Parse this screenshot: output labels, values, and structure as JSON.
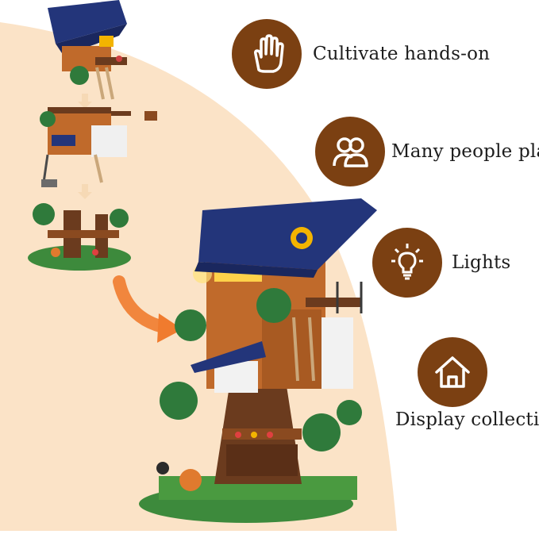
{
  "features": [
    {
      "icon": "hand-icon",
      "label": "Cultivate hands-on"
    },
    {
      "icon": "people-icon",
      "label": "Many people play"
    },
    {
      "icon": "lightbulb-icon",
      "label": "Lights"
    },
    {
      "icon": "house-icon",
      "label": "Display collection"
    }
  ],
  "colors": {
    "background_arc": "#fbe3c7",
    "badge": "#7b4012",
    "roof": "#23357a",
    "brick": "#c06a2b",
    "wood": "#6b3b1e",
    "foliage": "#2f7a3b",
    "arrow": "#f07b2e"
  }
}
